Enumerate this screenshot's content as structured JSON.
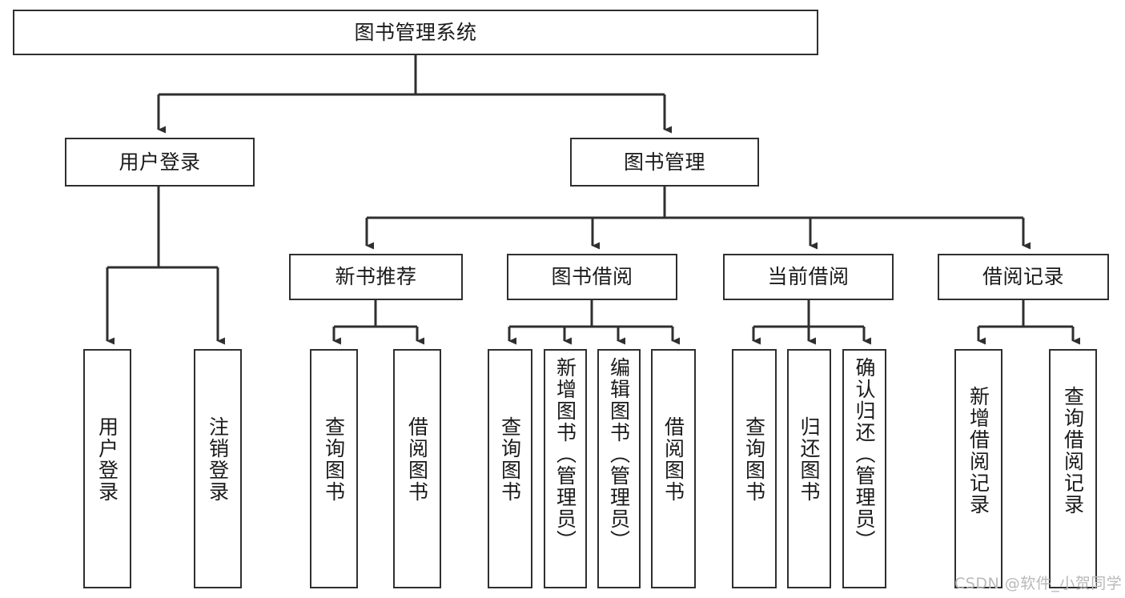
{
  "diagram": {
    "title": "图书管理系统",
    "type": "hierarchy-tree",
    "colors": {
      "line": "#2f2f2f",
      "box_border": "#2f2f2f",
      "box_fill": "#ffffff",
      "text": "#1a1a1a",
      "watermark": "#b9b9b9",
      "background": "#ffffff"
    },
    "watermark": "CSDN @软件_小贺同学"
  },
  "nodes": {
    "root": {
      "label": "图书管理系统",
      "level": 0,
      "orientation": "horizontal"
    },
    "level1": [
      {
        "id": "user-login",
        "label": "用户登录",
        "orientation": "horizontal"
      },
      {
        "id": "book-manage",
        "label": "图书管理",
        "orientation": "horizontal"
      }
    ],
    "level2": [
      {
        "id": "new-book-recommend",
        "label": "新书推荐",
        "orientation": "horizontal",
        "parent": "book-manage"
      },
      {
        "id": "book-borrow",
        "label": "图书借阅",
        "orientation": "horizontal",
        "parent": "book-manage"
      },
      {
        "id": "current-borrow",
        "label": "当前借阅",
        "orientation": "horizontal",
        "parent": "book-manage"
      },
      {
        "id": "borrow-record",
        "label": "借阅记录",
        "orientation": "horizontal",
        "parent": "book-manage"
      }
    ],
    "leaves": [
      {
        "id": "leaf-user-login",
        "label": "用户登录",
        "parent": "user-login"
      },
      {
        "id": "leaf-user-logout",
        "label": "注销登录",
        "parent": "user-login"
      },
      {
        "id": "leaf-query-book-1",
        "label": "查询图书",
        "parent": "new-book-recommend"
      },
      {
        "id": "leaf-borrow-book-1",
        "label": "借阅图书",
        "parent": "new-book-recommend"
      },
      {
        "id": "leaf-query-book-2",
        "label": "查询图书",
        "parent": "book-borrow"
      },
      {
        "id": "leaf-add-book",
        "label": "新增图书（管理员）",
        "parent": "book-borrow"
      },
      {
        "id": "leaf-edit-book",
        "label": "编辑图书（管理员）",
        "parent": "book-borrow"
      },
      {
        "id": "leaf-borrow-book-2",
        "label": "借阅图书",
        "parent": "book-borrow"
      },
      {
        "id": "leaf-query-book-3",
        "label": "查询图书",
        "parent": "current-borrow"
      },
      {
        "id": "leaf-return-book",
        "label": "归还图书",
        "parent": "current-borrow"
      },
      {
        "id": "leaf-confirm-return",
        "label": "确认归还（管理员）",
        "parent": "current-borrow"
      },
      {
        "id": "leaf-add-record",
        "label": "新增借阅记录",
        "parent": "borrow-record"
      },
      {
        "id": "leaf-query-record",
        "label": "查询借阅记录",
        "parent": "borrow-record"
      }
    ]
  }
}
